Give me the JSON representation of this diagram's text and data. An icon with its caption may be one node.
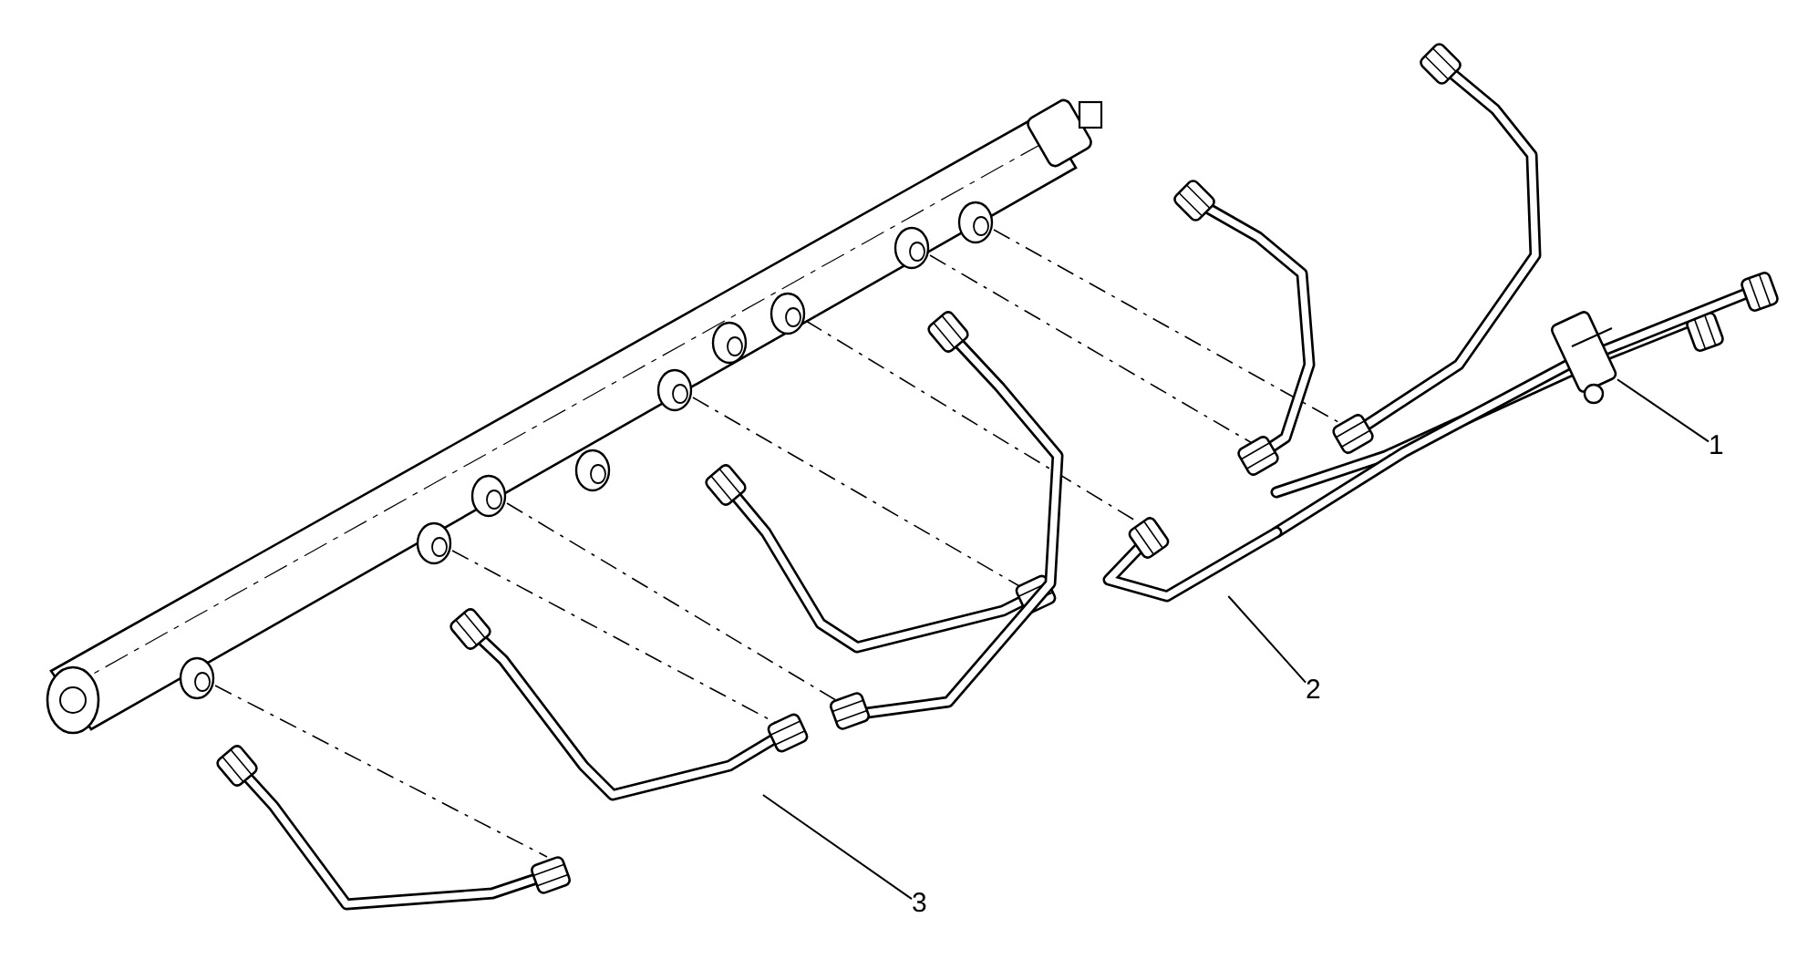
{
  "diagram": {
    "nodes": [
      {
        "text": [
          "1"
        ]
      },
      {
        "text": [
          "2"
        ]
      },
      {
        "text": [
          "3"
        ]
      },
      {
        "text": [],
        "shape": "picture"
      },
      {
        "text": [],
        "shape": "picture"
      },
      {
        "text": [],
        "shape": "picture"
      }
    ],
    "edges": [
      {
        "from": 0,
        "to": 3,
        "arrow": "none"
      },
      {
        "from": 1,
        "to": 4,
        "arrow": "none"
      },
      {
        "from": 2,
        "to": 5,
        "arrow": "none"
      }
    ]
  }
}
